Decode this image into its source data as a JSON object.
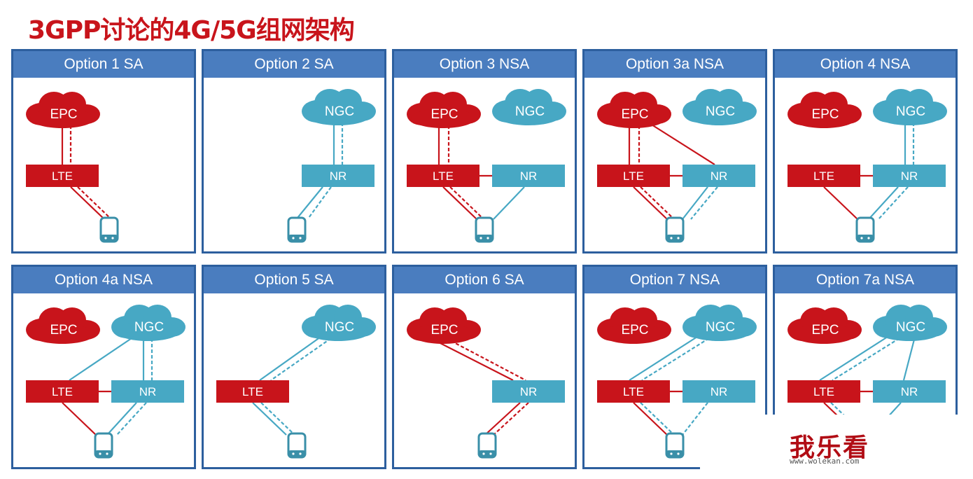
{
  "title": "3GPP讨论的4G/5G组网架构",
  "colors": {
    "lte_red": "#c8141b",
    "nr_blue": "#47a8c4",
    "header_blue": "#4a7dbf",
    "border_blue": "#2d5f9e"
  },
  "labels": {
    "epc": "EPC",
    "ngc": "NGC",
    "lte": "LTE",
    "nr": "NR"
  },
  "options": [
    {
      "id": "opt1",
      "title": "Option 1 SA"
    },
    {
      "id": "opt2",
      "title": "Option 2 SA"
    },
    {
      "id": "opt3",
      "title": "Option 3 NSA"
    },
    {
      "id": "opt3a",
      "title": "Option 3a NSA"
    },
    {
      "id": "opt4",
      "title": "Option 4 NSA"
    },
    {
      "id": "opt4a",
      "title": "Option 4a NSA"
    },
    {
      "id": "opt5",
      "title": "Option 5 SA"
    },
    {
      "id": "opt6",
      "title": "Option 6 SA"
    },
    {
      "id": "opt7",
      "title": "Option 7 NSA"
    },
    {
      "id": "opt7a",
      "title": "Option 7a NSA"
    }
  ],
  "watermark": {
    "text": "我乐看",
    "url": "www.wolekan.com"
  }
}
